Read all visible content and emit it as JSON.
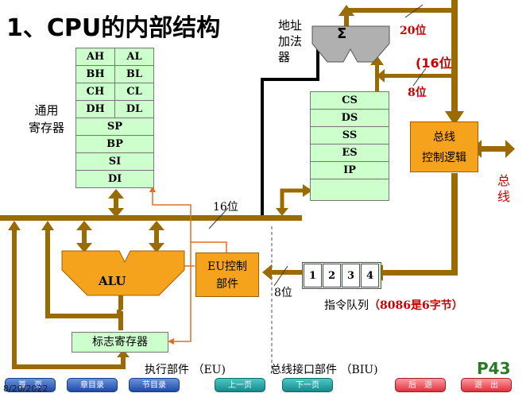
{
  "title": "1、CPU的内部结构",
  "date": "8/20/2022",
  "page_number": "P43",
  "labels": {
    "general_registers": [
      "通用",
      "寄存器"
    ],
    "address_adder": [
      "地址",
      "加法",
      "器"
    ],
    "sigma": "Σ",
    "bits20": "20位",
    "bits16_paren": "(16位",
    "bits8_top": "8位",
    "bits16_bus": "16位",
    "bits8_queue": "8位",
    "bus_side": [
      "总",
      "线"
    ],
    "alu": "ALU",
    "eu_control": [
      "EU控制",
      "部件"
    ],
    "bus_control": [
      "总线",
      "控制逻辑"
    ],
    "flags": "标志寄存器",
    "queue_caption": "指令队列",
    "queue_note": "（8086是6字节）",
    "eu_caption": "执行部件 （EU)",
    "biu_caption": "总线接口部件 （BIU)"
  },
  "general_register_pairs": [
    [
      "AH",
      "AL"
    ],
    [
      "BH",
      "BL"
    ],
    [
      "CH",
      "CL"
    ],
    [
      "DH",
      "DL"
    ]
  ],
  "general_register_singles": [
    "SP",
    "BP",
    "SI",
    "DI"
  ],
  "segment_registers": [
    "CS",
    "DS",
    "SS",
    "ES",
    "IP"
  ],
  "queue_cells": [
    "1",
    "2",
    "3",
    "4"
  ],
  "nav": [
    {
      "label": "首　页",
      "style": "blue"
    },
    {
      "label": "章目录",
      "style": "blue"
    },
    {
      "label": "节目录",
      "style": "blue"
    },
    {
      "label": "上一页",
      "style": "teal"
    },
    {
      "label": "下一页",
      "style": "teal"
    },
    {
      "label": "后　退",
      "style": "red"
    },
    {
      "label": "退　出",
      "style": "red"
    }
  ],
  "colors": {
    "bus": "#9a6b00",
    "register": "#ccffcc",
    "orange": "#f5a21c",
    "red": "#cc0000",
    "thin_line": "#e07020"
  }
}
